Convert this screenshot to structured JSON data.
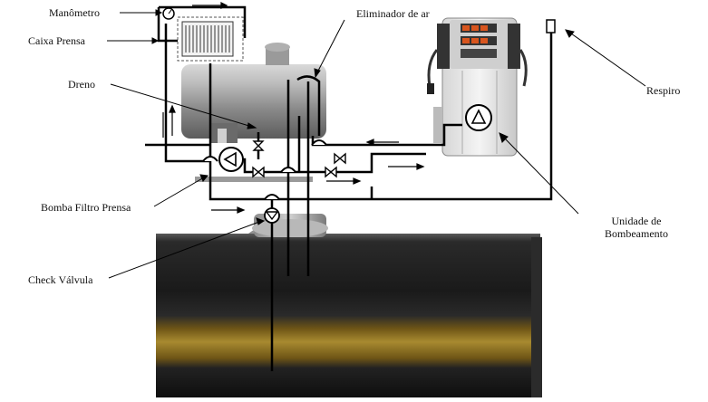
{
  "labels": {
    "manometro": "Manômetro",
    "caixa_prensa": "Caixa Prensa",
    "dreno": "Dreno",
    "bomba_filtro_prensa": "Bomba Filtro Prensa",
    "check_valvula": "Check Válvula",
    "eliminador_de_ar": "Eliminador de ar",
    "respiro": "Respiro",
    "unidade_de_bombeamento": "Unidade de\nBombeamento"
  },
  "colors": {
    "pipe": "#000000",
    "tank_body_dark": "#1c1c1c",
    "tank_band": "#8a6a1c",
    "horizontal_tank": "#8f8f8f",
    "pump_unit": "#e6e6e6",
    "filter_box": "#f2f2f2"
  }
}
